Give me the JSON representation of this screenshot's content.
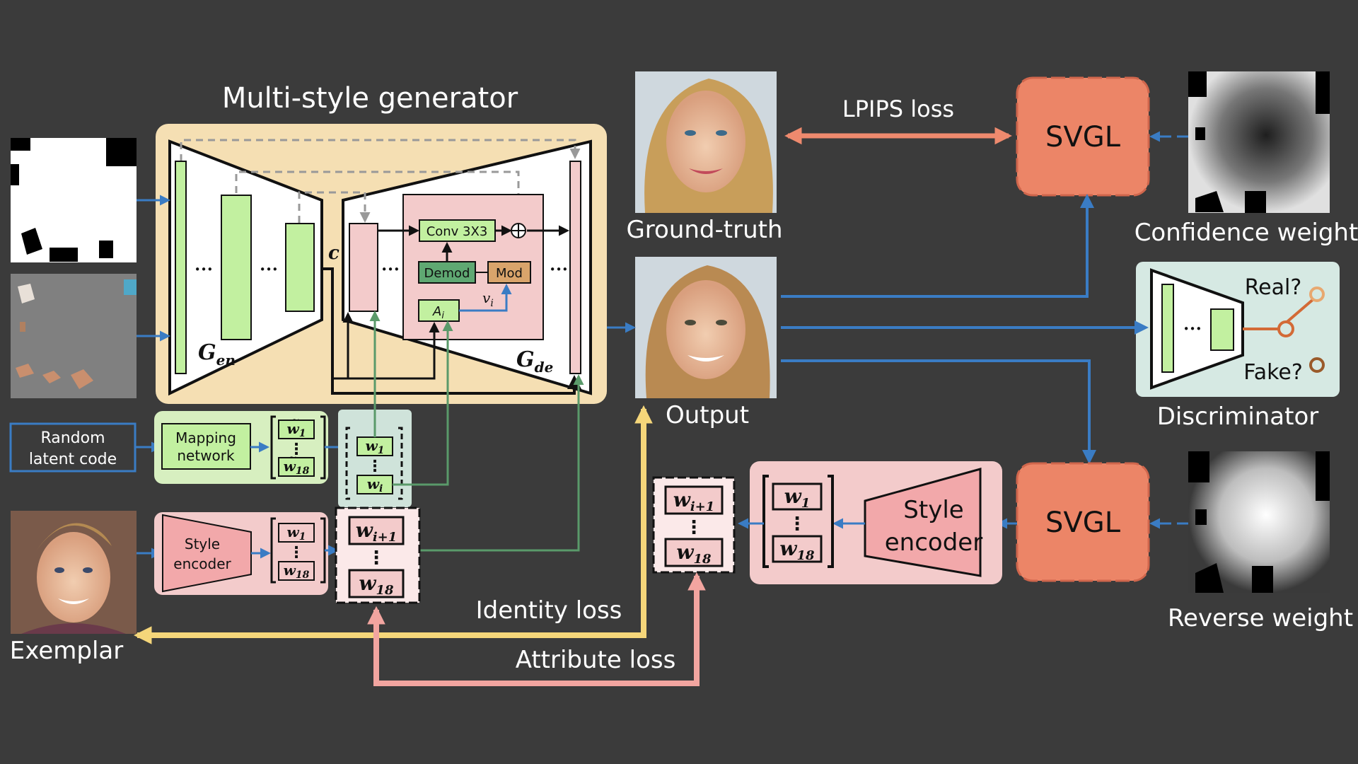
{
  "title": "Multi-style generator",
  "encoder": {
    "label": "G",
    "sub": "en"
  },
  "decoder": {
    "label": "G",
    "sub": "de"
  },
  "code_c": "c",
  "dots": "•••",
  "vdots": "⋮",
  "conv_label": "Conv 3X3",
  "demod_label": "Demod",
  "mod_label": "Mod",
  "ai_label": "A",
  "ai_sub": "i",
  "vi_label": "v",
  "vi_sub": "i",
  "random_latent": {
    "line1": "Random",
    "line2": "latent code"
  },
  "mapping": {
    "line1": "Mapping",
    "line2": "network"
  },
  "style_encoder_small": {
    "line1": "Style",
    "line2": "encoder"
  },
  "style_encoder_big": {
    "line1": "Style",
    "line2": "encoder"
  },
  "w": {
    "base": "w",
    "sub1": "1",
    "sub18": "18",
    "subi": "i",
    "subi1": "i+1"
  },
  "ground_truth": "Ground-truth",
  "output": "Output",
  "exemplar": "Exemplar",
  "lpips": "LPIPS loss",
  "svgl_top": "SVGL",
  "svgl_bottom": "SVGL",
  "confidence": "Confidence weight",
  "reverse": "Reverse weight",
  "discriminator": "Discriminator",
  "real": "Real?",
  "fake": "Fake?",
  "identity_loss": "Identity loss",
  "attribute_loss": "Attribute loss",
  "colors": {
    "background": "#3b3b3b",
    "arrow_blue": "#3a7cc4",
    "svgl": "#ec8567",
    "generator_bg": "#f5dfb3",
    "green": "#c2f0a0",
    "pink_box": "#f3cbcb",
    "identity": "#f5d67a",
    "attribute": "#f2a5a0"
  }
}
